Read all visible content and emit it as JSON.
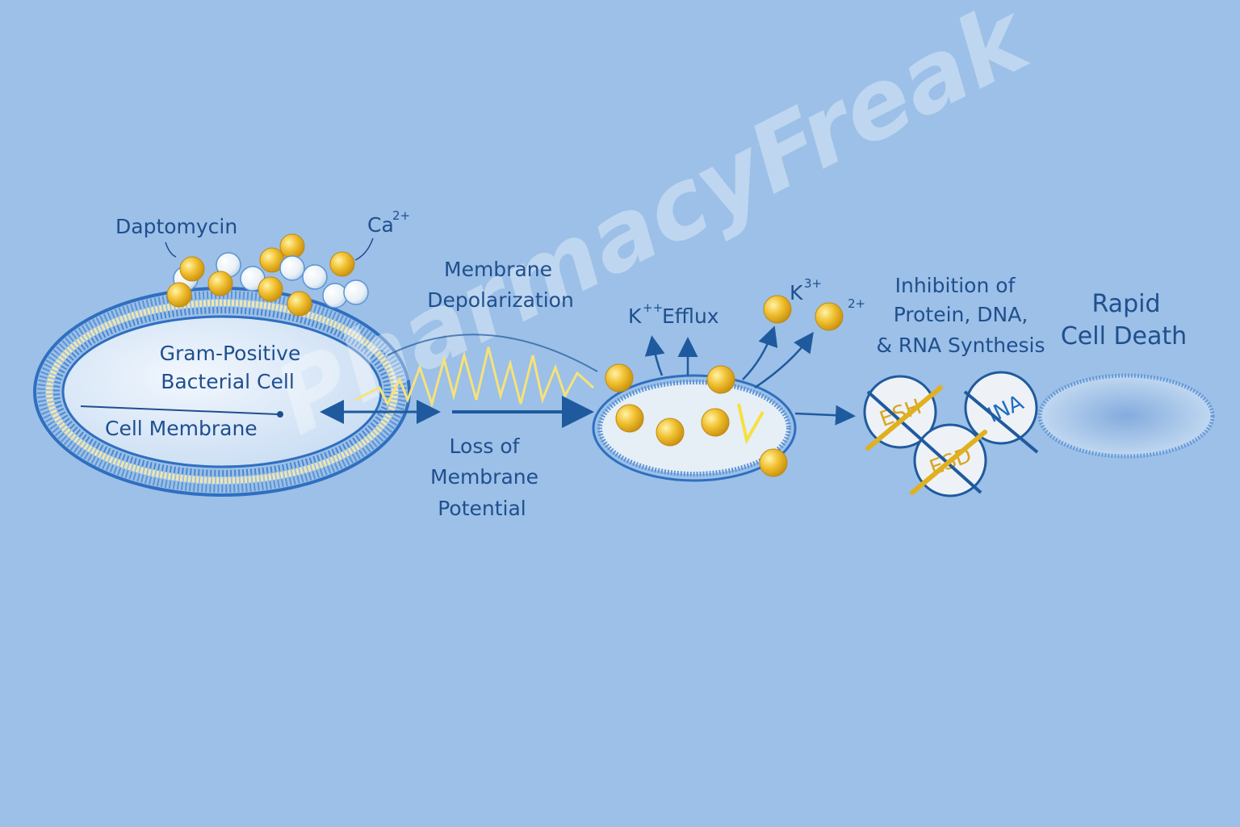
{
  "watermark": "PharmacyFreak",
  "labels": {
    "daptomycin": "Daptomycin",
    "calcium": "Ca",
    "calcium_charge": "2+",
    "cell_line1": "Gram-Positive",
    "cell_line2": "Bacterial Cell",
    "cell_membrane": "Cell Membrane",
    "depol_line1": "Membrane",
    "depol_line2": "Depolarization",
    "loss_line1": "Loss of",
    "loss_line2": "Membrane",
    "loss_line3": "Potential",
    "efflux_k": "K",
    "efflux_charge": "++",
    "efflux_word": "Efflux",
    "ion_k": "K",
    "ion_k_charge": "3+",
    "ion_charge2": "2+",
    "inhib_line1": "Inhibition of",
    "inhib_line2": "Protein, DNA,",
    "inhib_line3": "& RNA Synthesis",
    "death_line1": "Rapid",
    "death_line2": "Cell Death"
  },
  "blocked_circles": [
    "ESH",
    "ESD",
    "INA"
  ],
  "colors": {
    "background": "#9cc0e7",
    "text": "#1f4f8e",
    "membrane": "#2f6fc0",
    "daptomycin_gold": "#f0c030",
    "zigzag": "#f6e27a"
  }
}
